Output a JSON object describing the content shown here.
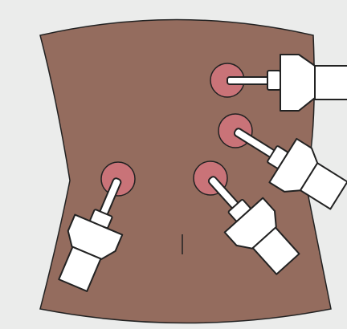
{
  "colors": {
    "background": "#ebeceb",
    "skin": "#946c5e",
    "outline": "#222222",
    "port_fill": "#c97378",
    "instrument_fill": "#ffffff"
  },
  "figure": {
    "subject": "abdominal-torso",
    "port_count": 4,
    "instrument_count": 4,
    "has_navel_mark": true
  }
}
